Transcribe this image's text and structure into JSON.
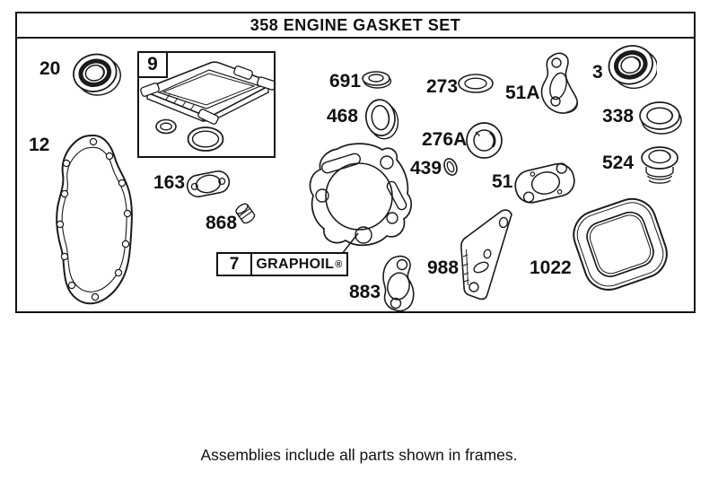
{
  "title": "358 ENGINE GASKET SET",
  "caption": "Assemblies include all parts shown in frames.",
  "frames": {
    "frame9": {
      "number": "9"
    },
    "frame7": {
      "number": "7",
      "brand": "GRAPHOIL",
      "reg": "®"
    }
  },
  "part_labels": {
    "p20": "20",
    "p12": "12",
    "p163": "163",
    "p868": "868",
    "p691": "691",
    "p468": "468",
    "p273": "273",
    "p276a": "276A",
    "p439": "439",
    "p51a": "51A",
    "p51": "51",
    "p3": "3",
    "p338": "338",
    "p524": "524",
    "p988": "988",
    "p883": "883",
    "p1022": "1022"
  },
  "colors": {
    "line": "#1b1b1b",
    "background": "#ffffff"
  }
}
